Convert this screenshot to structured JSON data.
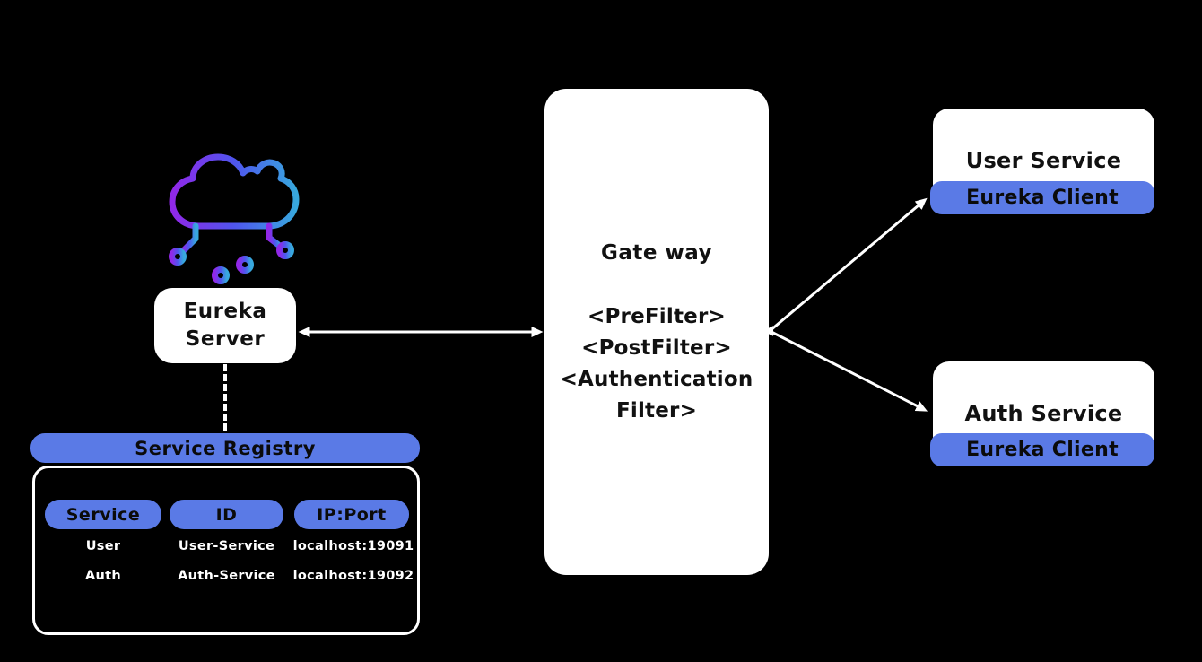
{
  "nodes": {
    "eureka_server": {
      "line1": "Eureka",
      "line2": "Server"
    },
    "gateway": {
      "title": "Gate way",
      "filters": [
        "<PreFilter>",
        "<PostFilter>",
        "<Authentication Filter>"
      ]
    },
    "user_service": {
      "title": "User Service",
      "badge": "Eureka Client"
    },
    "auth_service": {
      "title": "Auth Service",
      "badge": "Eureka Client"
    }
  },
  "registry": {
    "title": "Service Registry",
    "columns": [
      "Service",
      "ID",
      "IP:Port"
    ],
    "rows": [
      [
        "User",
        "User-Service",
        "localhost:19091"
      ],
      [
        "Auth",
        "Auth-Service",
        "localhost:19092"
      ]
    ]
  },
  "icons": {
    "cloud": "cloud-computing-icon"
  },
  "colors": {
    "background": "#000000",
    "node_fill": "#ffffff",
    "accent_blue": "#5a7ae6",
    "text_dark": "#0b0b0b",
    "text_light": "#ffffff",
    "arrow": "#ffffff",
    "cloud_gradient_start": "#9128e8",
    "cloud_gradient_mid": "#4f55ee",
    "cloud_gradient_end": "#38a8de"
  }
}
